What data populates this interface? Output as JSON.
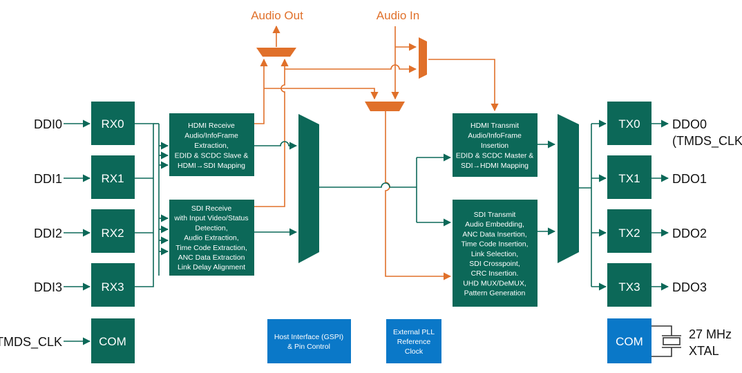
{
  "audio": {
    "out": "Audio Out",
    "in": "Audio In"
  },
  "inputs": [
    "DDI0",
    "DDI1",
    "DDI2",
    "DDI3",
    "TMDS_CLK"
  ],
  "receivers": [
    "RX0",
    "RX1",
    "RX2",
    "RX3",
    "COM"
  ],
  "transmitters": [
    "TX0",
    "TX1",
    "TX2",
    "TX3",
    "COM"
  ],
  "outputs": [
    "DDO0",
    "(TMDS_CLK)",
    "DDO1",
    "DDO2",
    "DDO3"
  ],
  "crystal": {
    "freq": "27 MHz",
    "label": "XTAL"
  },
  "hdmi_receive": [
    "HDMI Receive",
    "Audio/InfoFrame",
    "Extraction,",
    "EDID & SCDC Slave &",
    "HDMI→SDI Mapping"
  ],
  "sdi_receive": [
    "SDI Receive",
    "with Input Video/Status",
    "Detection,",
    "Audio Extraction,",
    "Time Code Extraction,",
    "ANC Data Extraction",
    "Link Delay Alignment"
  ],
  "hdmi_transmit": [
    "HDMI Transmit",
    "Audio/InfoFrame",
    "Insertion",
    "EDID & SCDC Master &",
    "SDI→HDMI Mapping"
  ],
  "sdi_transmit": [
    "SDI Transmit",
    "Audio Embedding,",
    "ANC Data Insertion,",
    "Time Code Insertion,",
    "Link Selection,",
    "SDI Crosspoint,",
    "CRC Insertion.",
    "UHD MUX/DeMUX,",
    "Pattern Generation"
  ],
  "host_interface": [
    "Host Interface (GSPI)",
    "& Pin Control"
  ],
  "external_pll": [
    "External PLL",
    "Reference",
    "Clock"
  ],
  "colors": {
    "teal": "#0c6858",
    "blue": "#0a78c8",
    "orange": "#e0702a"
  }
}
